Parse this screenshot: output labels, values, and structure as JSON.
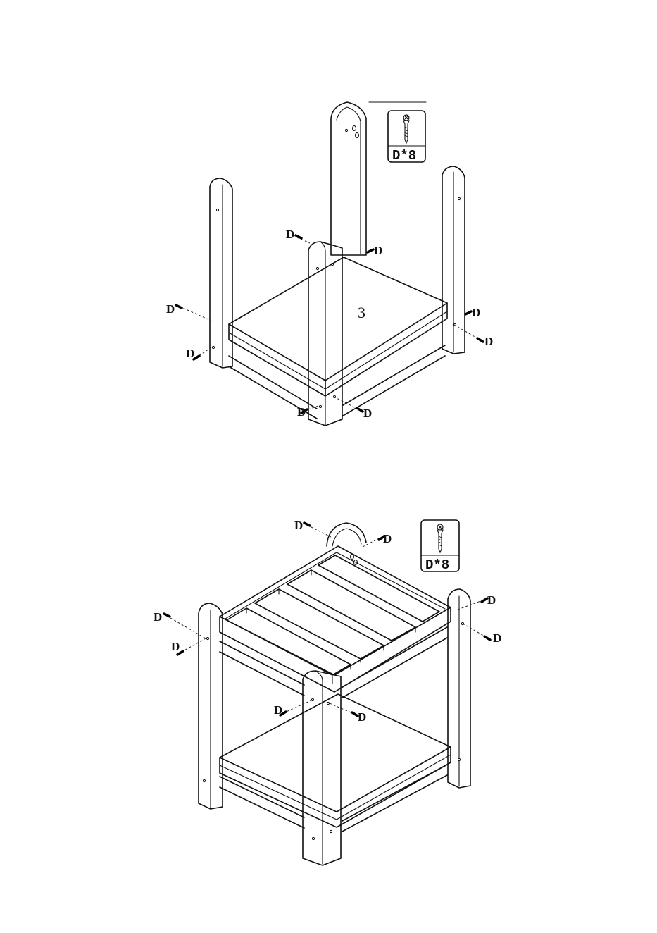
{
  "steps": [
    {
      "number": "3",
      "part_box": {
        "icon": "screw-icon",
        "label": "D*8"
      },
      "screw_label": "D"
    },
    {
      "number": "",
      "part_box": {
        "icon": "screw-icon",
        "label": "D*8"
      },
      "screw_label": "D"
    }
  ]
}
